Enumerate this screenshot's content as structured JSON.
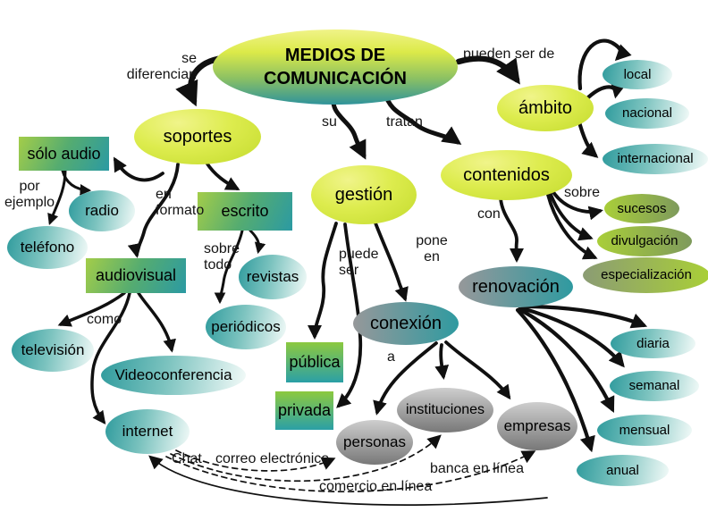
{
  "diagram": {
    "title": "MEDIOS DE\nCOMUNICACIÓN",
    "nodes": {
      "soportes": "soportes",
      "solo_audio": "sólo audio",
      "radio": "radio",
      "telefono": "teléfono",
      "escrito": "escrito",
      "audiovisual": "audiovisual",
      "revistas": "revistas",
      "periodicos": "periódicos",
      "television": "televisión",
      "videoconferencia": "Videoconferencia",
      "internet": "internet",
      "gestion": "gestión",
      "publica": "pública",
      "privada": "privada",
      "conexion": "conexión",
      "personas": "personas",
      "instituciones": "instituciones",
      "empresas": "empresas",
      "contenidos": "contenidos",
      "renovacion": "renovación",
      "ambito": "ámbito",
      "local": "local",
      "nacional": "nacional",
      "internacional": "internacional",
      "sucesos": "sucesos",
      "divulgacion": "divulgación",
      "especializacion": "especialización",
      "diaria": "diaria",
      "semanal": "semanal",
      "mensual": "mensual",
      "anual": "anual"
    },
    "edge_labels": {
      "se_diferencian": "se\ndiferencian",
      "pueden_ser_de": "pueden ser de",
      "su": "su",
      "tratan": "tratan",
      "por_ejemplo": "por\nejemplo",
      "en_formato": "en\nformato",
      "sobre_todo": "sobre\ntodo",
      "como": "como",
      "puede_ser": "puede\nser",
      "pone_en": "pone\nen",
      "con": "con",
      "sobre": "sobre",
      "a": "a",
      "chat": "Chat",
      "correo_electronico": "correo electrónico",
      "comercio_en_linea": "comercio en línea",
      "banca_en_linea": "banca en línea"
    },
    "colors": {
      "yellow_green": "#d8e94a",
      "teal": "#2f9aa0",
      "gray_node": "#9a9a9a",
      "green_gray": "#a9ce39",
      "arrow": "#101010"
    }
  }
}
